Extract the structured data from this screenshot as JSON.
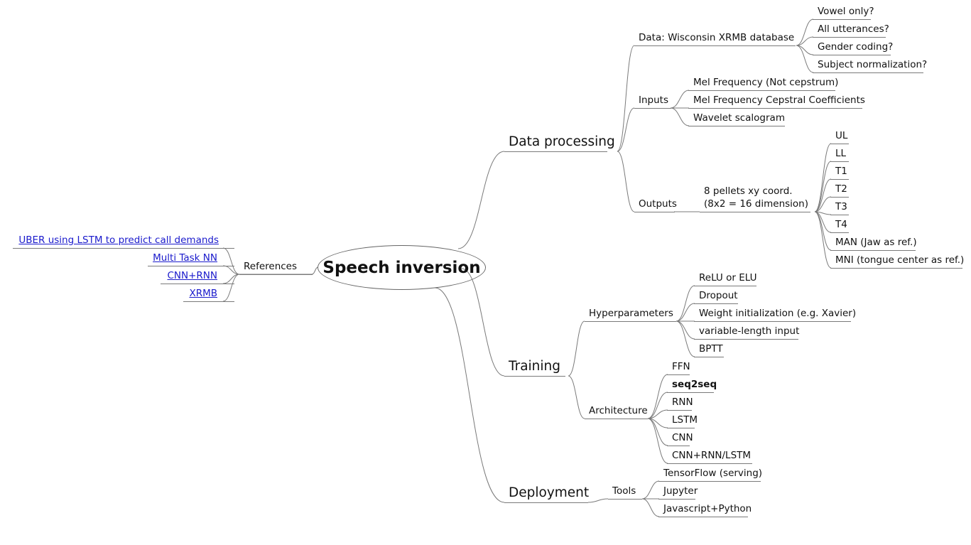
{
  "root": {
    "label": "Speech inversion"
  },
  "branches": {
    "data_processing": {
      "label": "Data processing",
      "data": {
        "label": "Data: Wisconsin XRMB database",
        "children": [
          "Vowel only?",
          "All utterances?",
          "Gender coding?",
          "Subject normalization?"
        ]
      },
      "inputs": {
        "label": "Inputs",
        "children": [
          "Mel Frequency (Not cepstrum)",
          "Mel Frequency Cepstral Coefficients",
          "Wavelet scalogram"
        ]
      },
      "outputs": {
        "label": "Outputs",
        "note_line1": "8 pellets xy coord.",
        "note_line2": "(8x2 = 16 dimension)",
        "children": [
          "UL",
          "LL",
          "T1",
          "T2",
          "T3",
          "T4",
          "MAN (Jaw as ref.)",
          "MNI (tongue center as ref.)"
        ]
      }
    },
    "training": {
      "label": "Training",
      "hyperparameters": {
        "label": "Hyperparameters",
        "children": [
          "ReLU or ELU",
          "Dropout",
          "Weight initialization (e.g. Xavier)",
          "variable-length input",
          "BPTT"
        ]
      },
      "architecture": {
        "label": "Architecture",
        "children": [
          "FFN",
          "seq2seq",
          "RNN",
          "LSTM",
          "CNN",
          "CNN+RNN/LSTM"
        ]
      }
    },
    "deployment": {
      "label": "Deployment",
      "tools": {
        "label": "Tools",
        "children": [
          "TensorFlow (serving)",
          "Jupyter",
          "Javascript+Python"
        ]
      }
    },
    "references": {
      "label": "References",
      "children": [
        "UBER using LSTM to predict call demands",
        "Multi Task NN",
        "CNN+RNN",
        "XRMB"
      ]
    }
  }
}
